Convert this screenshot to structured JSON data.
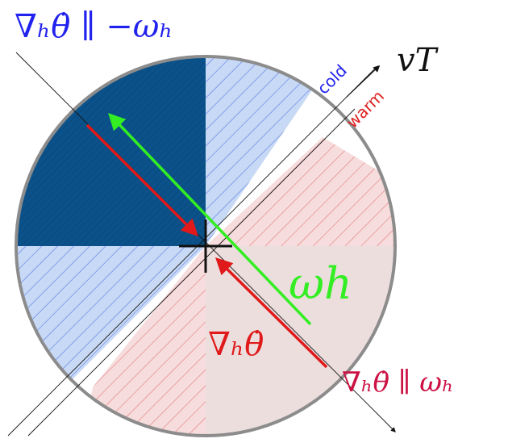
{
  "labels": {
    "top_left": "∇ₕθ̇ ∥ −ωₕ",
    "v_t": "vT",
    "cold": "cold",
    "warm": "warm",
    "omega_h": "ωh",
    "grad_theta": "∇ₕθ̇",
    "bottom_right": "∇ₕθ̇ ∥ ωₕ"
  },
  "colors": {
    "cold_dark": "#0b528a",
    "cold_light": "#c7d9f5",
    "cold_hatch": "#3355dd",
    "warm_light": "#f6dcdc",
    "warm_hatch": "#dd5555",
    "warm_neutral": "#eddede",
    "circle_edge": "#8c8c8c",
    "red_arrow": "#e01a1a",
    "green_arrow": "#33ee22",
    "blue_text": "#2222ee",
    "crimson_text": "#cc1144",
    "black": "#111111"
  }
}
